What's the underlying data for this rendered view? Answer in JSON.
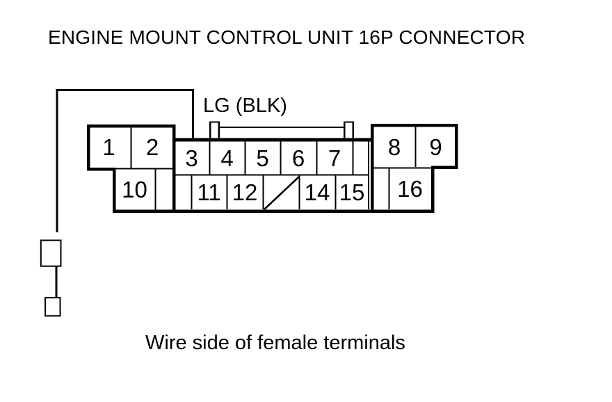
{
  "title": "ENGINE MOUNT CONTROL UNIT 16P CONNECTOR",
  "wire": {
    "label": "LG (BLK)"
  },
  "caption": "Wire side of female terminals",
  "connector": {
    "type": "16P",
    "pins": {
      "p1": "1",
      "p2": "2",
      "p3": "3",
      "p4": "4",
      "p5": "5",
      "p6": "6",
      "p7": "7",
      "p8": "8",
      "p9": "9",
      "p10": "10",
      "p11": "11",
      "p12": "12",
      "p13": "",
      "p14": "14",
      "p15": "15",
      "p16": "16"
    }
  },
  "colors": {
    "line": "#000000",
    "background": "#ffffff"
  }
}
